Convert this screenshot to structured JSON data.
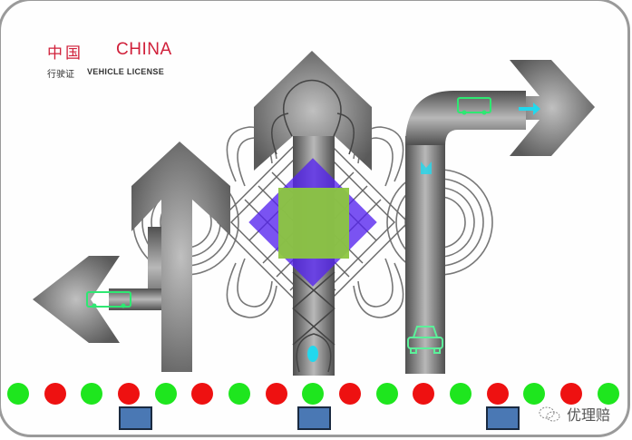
{
  "card": {
    "title_cn": "中国",
    "title_en": "CHINA",
    "subtitle_cn": "行驶证",
    "subtitle_en": "VEHICLE LICENSE",
    "accent_color": "#d0203a"
  },
  "graphics": {
    "arrows": [
      {
        "name": "left-turn-arrow",
        "direction": "left",
        "icon": "bus-icon"
      },
      {
        "name": "straight-arrow-short",
        "direction": "up"
      },
      {
        "name": "straight-arrow-center",
        "direction": "up",
        "icon": "drop-icon"
      },
      {
        "name": "right-turn-arrow",
        "direction": "right",
        "icons": [
          "bus-icon",
          "arrow-icon",
          "car-icon"
        ]
      }
    ],
    "center_diamond_color": "#6633ee",
    "center_square_color": "#8cc63f",
    "dots": [
      "green",
      "red",
      "green",
      "red",
      "green",
      "red",
      "green",
      "red",
      "green",
      "red",
      "green",
      "red",
      "green",
      "red",
      "green",
      "red",
      "green"
    ],
    "dot_colors": {
      "green": "#1ee61e",
      "red": "#ee1111"
    },
    "blue_blocks_color": "#4a78b4"
  },
  "watermark": {
    "icon": "wechat-icon",
    "text": "优理赔"
  }
}
